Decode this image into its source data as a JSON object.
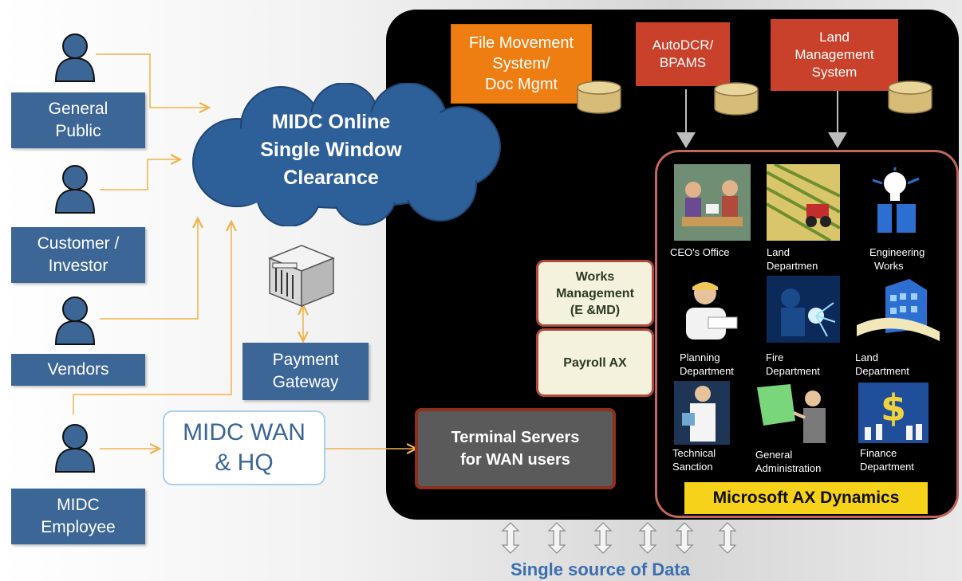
{
  "roles": {
    "general_public": "General Public",
    "customer_investor": "Customer / Investor",
    "vendors": "Vendors",
    "midc_employee": "MIDC Employee"
  },
  "cloud": {
    "line1": "MIDC Online",
    "line2": "Single Window",
    "line3": "Clearance"
  },
  "payment_gateway": "Payment Gateway",
  "midc_wan": {
    "line1": "MIDC WAN",
    "line2": "& HQ"
  },
  "systems": {
    "file_movement": {
      "line1": "File Movement",
      "line2": "System/",
      "line3": "Doc Mgmt"
    },
    "autodcr": {
      "line1": "AutoDCR/",
      "line2": "BPAMS"
    },
    "land_mgmt": {
      "line1": "Land",
      "line2": "Management",
      "line3": "System"
    }
  },
  "works_management": {
    "line1": "Works",
    "line2": "Management",
    "line3": "(E &MD)"
  },
  "payroll": "Payroll AX",
  "terminal": {
    "line1": "Terminal Servers",
    "line2": "for WAN users"
  },
  "departments": {
    "ceo": [
      "CEO's Office"
    ],
    "land1": [
      "Land",
      "Departmen"
    ],
    "engineering": [
      "Engineering",
      "Works"
    ],
    "planning": [
      "Planning",
      "Department"
    ],
    "fire": [
      "Fire",
      "Department"
    ],
    "land2": [
      "Land",
      "Department"
    ],
    "technical": [
      "Technical",
      "Sanction"
    ],
    "general": [
      "General",
      "Administration"
    ],
    "finance": [
      "Finance",
      "Department"
    ]
  },
  "ax_banner": "Microsoft AX Dynamics",
  "footer": "Single source of Data",
  "colors": {
    "role_blue": "#3b6696",
    "cloud_blue": "#2d5f99",
    "orange": "#ee7e12",
    "red": "#c9412b",
    "banner_yellow": "#f7d21a",
    "connector_orange": "#f1b24a"
  }
}
